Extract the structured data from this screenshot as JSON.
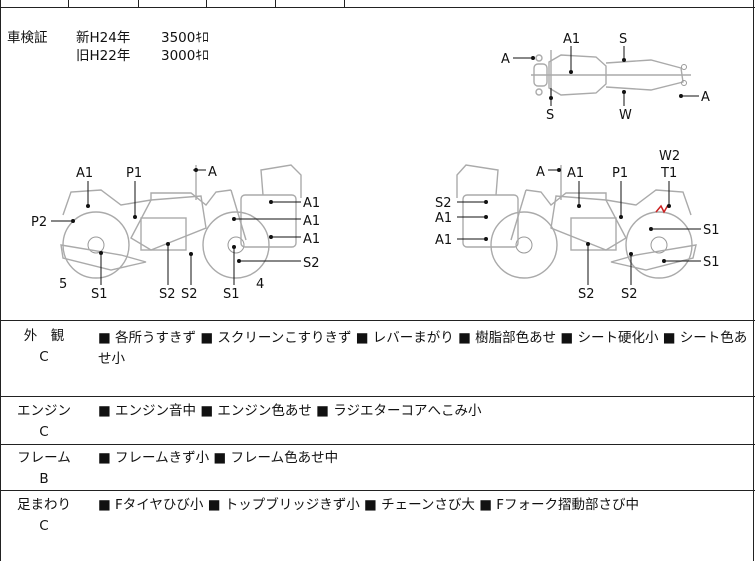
{
  "registration": {
    "label": "車検証",
    "new_era": "新H24年",
    "new_value": "3500ｷﾛ",
    "old_era": "旧H22年",
    "old_value": "3000ｷﾛ"
  },
  "diagram_labels": {
    "top_view": {
      "a_left": "A",
      "a1": "A1",
      "s_top": "S",
      "a_right": "A",
      "s_bottom": "S",
      "w": "W"
    },
    "left_side": {
      "a1_top": "A1",
      "p1": "P1",
      "a_top": "A",
      "p2": "P2",
      "a1_r1": "A1",
      "a1_r2": "A1",
      "a1_r3": "A1",
      "s2_r": "S2",
      "n5": "5",
      "s1_a": "S1",
      "s2_a": "S2",
      "s2_b": "S2",
      "s1_b": "S1",
      "n4": "4"
    },
    "right_side": {
      "a_top": "A",
      "a1_top": "A1",
      "p1": "P1",
      "w2": "W2",
      "t1": "T1",
      "s2_l": "S2",
      "a1_l1": "A1",
      "a1_l2": "A1",
      "s1_r1": "S1",
      "s1_r2": "S1",
      "s2_a": "S2",
      "s2_b": "S2"
    }
  },
  "conditions": [
    {
      "category": "外　観",
      "grade": "C",
      "notes": "■ 各所うすきず ■ スクリーンこすりきず ■ レバーまがり ■ 樹脂部色あせ ■ シート硬化小 ■ シート色あせ小"
    },
    {
      "category": "エンジン",
      "grade": "C",
      "notes": "■ エンジン音中 ■ エンジン色あせ ■ ラジエターコアへこみ小"
    },
    {
      "category": "フレーム",
      "grade": "B",
      "notes": "■ フレームきず小 ■ フレーム色あせ中"
    },
    {
      "category": "足まわり",
      "grade": "C",
      "notes": "■ Fタイヤひび小 ■ トップブリッジきず小 ■ チェーンさび大 ■ Fフォーク摺動部さび中"
    }
  ],
  "colors": {
    "ink": "#111111",
    "rule": "#222222",
    "marker": "#cc2222"
  }
}
